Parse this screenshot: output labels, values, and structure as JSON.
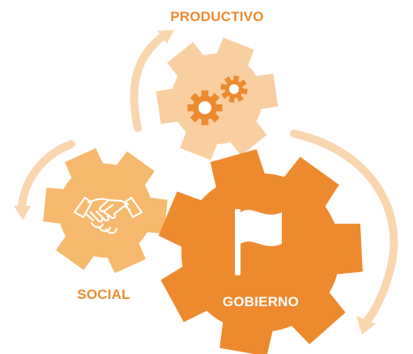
{
  "labels": {
    "productivo": "PRODUCTIVO",
    "social": "SOCIAL",
    "gobierno": "GOBIERNO"
  },
  "colors": {
    "gobierno_gear": "#EE8A2E",
    "social_gear": "#F6B96E",
    "productivo_gear": "#F9CFA2",
    "productivo_icon": "#EE8A2E",
    "arrow": "#FAD6AE",
    "label_text": "#EE8A2E",
    "inner_label": "#FFFFFF"
  },
  "icons": {
    "productivo": "cogs-icon",
    "social": "handshake-icon",
    "gobierno": "flag-icon"
  }
}
